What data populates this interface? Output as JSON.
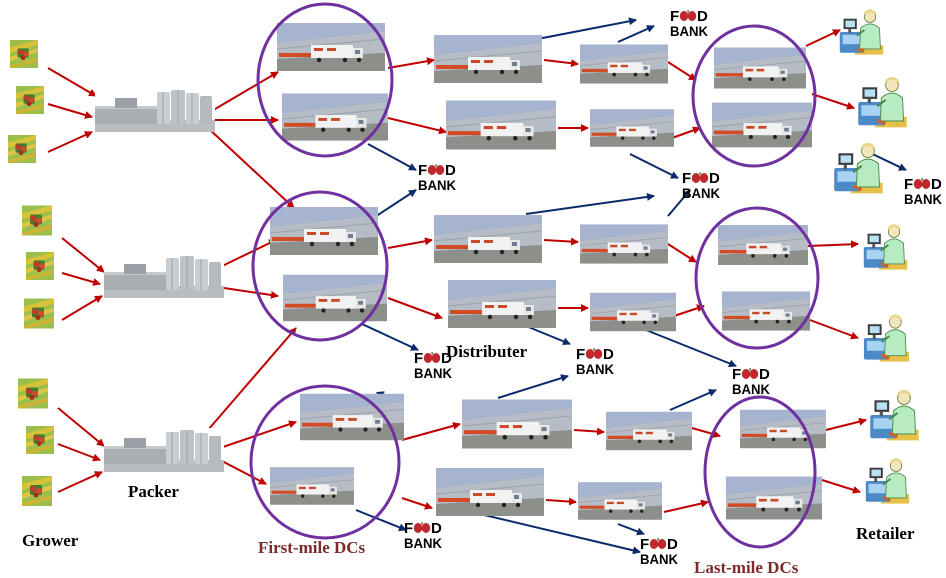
{
  "labels": {
    "grower": "Grower",
    "packer": "Packer",
    "distributer": "Distributer",
    "retailer": "Retailer",
    "first_mile": "First-mile DCs",
    "last_mile": "Last-mile DCs"
  },
  "food_bank": {
    "line1": "FOOD",
    "line2": "BANK"
  },
  "colors": {
    "flow_arrow": "#c00000",
    "donation_arrow": "#0b2a6b",
    "dc_circle": "#7030a0",
    "dc_label": "#7b2c2c",
    "apple": "#c0282d"
  }
}
